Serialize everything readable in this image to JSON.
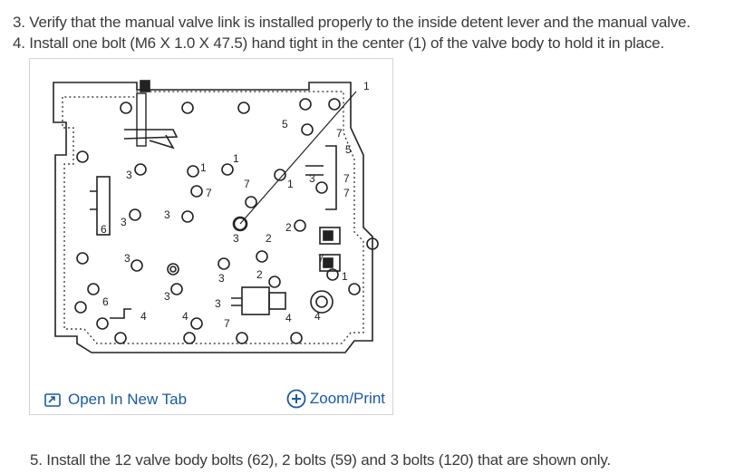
{
  "steps": {
    "step3": "3. Verify that the manual valve link is installed properly to the inside detent lever and the manual valve.",
    "step4": "4. Install one bolt (M6 X 1.0 X 47.5) hand tight in the center (1) of the valve body to hold it in place.",
    "step5": "5. Install the 12 valve body bolts (62), 2 bolts (59) and 3 bolts (120) that are shown only."
  },
  "figure": {
    "callouts": {
      "c1": "1",
      "c5": "5",
      "c3": "3",
      "c7": "7",
      "c2": "2",
      "c4": "4",
      "c6": "6"
    },
    "links": {
      "open_new_tab": "Open In New Tab",
      "zoom_print": "Zoom/Print"
    },
    "icons": {
      "open": "open-in-new-tab-icon",
      "zoom": "zoom-plus-icon"
    }
  },
  "colors": {
    "link": "#1a5aa0",
    "text": "#3a3a3a"
  }
}
